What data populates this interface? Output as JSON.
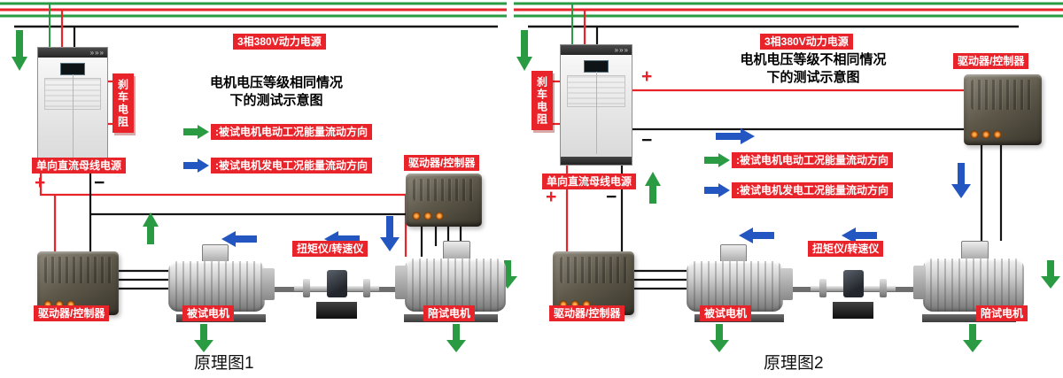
{
  "colors": {
    "red": "#e8232a",
    "green": "#2a9b43",
    "blue": "#2356c0",
    "black": "#141414"
  },
  "left": {
    "power_label": "3相380V动力电源",
    "title_line1": "电机电压等级相同情况",
    "title_line2": "下的测试示意图",
    "legend_motoring": ":被试电机电动工况能量流动方向",
    "legend_generating": ":被试电机发电工况能量流动方向",
    "brake_resistor_label": "刹车电阻",
    "dc_bus_label": "单向直流母线电源",
    "plus": "+",
    "minus": "−",
    "driver_top_label": "驱动器/控制器",
    "driver_bottom_label": "驱动器/控制器",
    "motor_under_test_label": "被试电机",
    "torque_meter_label": "扭矩仪/转速仪",
    "companion_motor_label": "陪试电机",
    "caption": "原理图1"
  },
  "right": {
    "power_label": "3相380V动力电源",
    "title_line1": "电机电压等级不相同情况",
    "title_line2": "下的测试示意图",
    "legend_motoring": ":被试电机电动工况能量流动方向",
    "legend_generating": ":被试电机发电工况能量流动方向",
    "brake_resistor_label": "刹车电阻",
    "dc_bus_label": "单向直流母线电源",
    "plus_top": "+",
    "minus_top": "−",
    "plus_bottom": "+",
    "minus_bottom": "−",
    "driver_top_label": "驱动器/控制器",
    "driver_bottom_label": "驱动器/控制器",
    "motor_under_test_label": "被试电机",
    "torque_meter_label": "扭矩仪/转速仪",
    "companion_motor_label": "陪试电机",
    "caption": "原理图2"
  }
}
